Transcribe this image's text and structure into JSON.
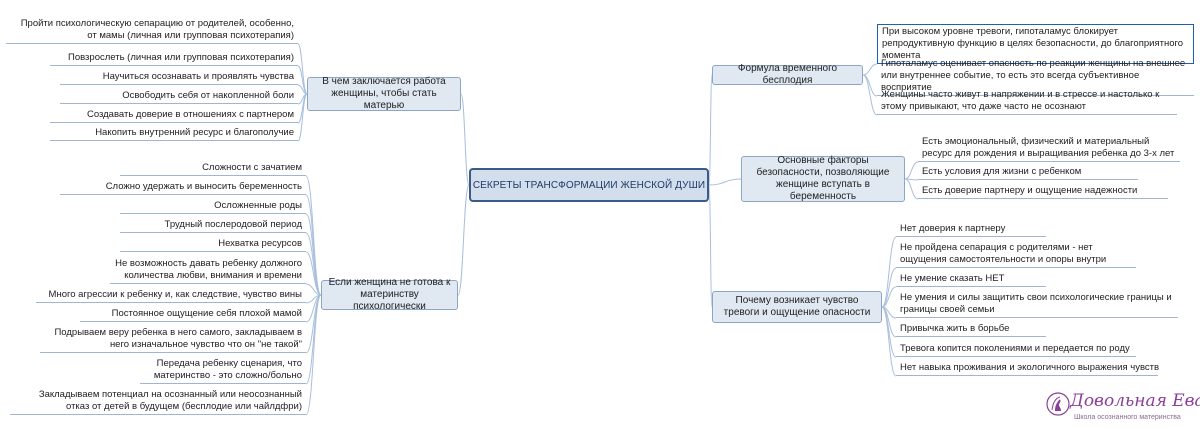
{
  "root": "СЕКРЕТЫ ТРАНСФОРМАЦИИ ЖЕНСКОЙ ДУШИ",
  "branches": {
    "work": {
      "label": "В чем заключается работа женщины, чтобы стать матерью",
      "items": [
        "Пройти психологическую сепарацию от родителей, особенно, от мамы (личная или групповая психотерапия)",
        "Повзрослеть (личная или групповая психотерапия)",
        "Научиться осознавать  и проявлять чувства",
        "Освободить себя от накопленной боли",
        "Создавать доверие в отношениях с партнером",
        "Накопить внутренний  ресурс и благополучие"
      ]
    },
    "notready": {
      "label": "Если женщина не готова к материнству психологически",
      "items": [
        "Сложности с зачатием",
        "Сложно удержать и выносить беременность",
        "Осложненные роды",
        "Трудный послеродовой период",
        "Нехватка ресурсов",
        "Не возможность давать ребенку должного количества любви, внимания и времени",
        "Много агрессии к ребенку и, как следствие, чувство вины",
        "Постоянное ощущение себя плохой мамой",
        "Подрываем веру ребенка в него самого, закладываем в него изначальное чувство что он \"не такой\"",
        "Передача ребенку сценария, что материнство - это сложно/больно",
        "Закладываем потенциал на осознанный или неосознанный отказ от детей в будущем (бесплодие или чайлдфри)"
      ]
    },
    "formula": {
      "label": "Формула временного бесплодия",
      "items": [
        "При высоком уровне тревоги, гипоталамус блокирует репродуктивную функцию в целях безопасности, до благоприятного момента",
        "Гипоталамус оценивает опасность по реакции женщины на внешнее или внутреннее событие, то есть это всегда субъективное восприятие",
        "Женщины часто живут в напряжении и в стрессе и настолько к этому привыкают, что даже часто не осознают"
      ]
    },
    "safety": {
      "label": "Основные  факторы безопасности, позволяющие женщине вступать в беременность",
      "items": [
        "Есть эмоциональный, физический и материальный ресурс для рождения и выращивания ребенка до 3-х лет",
        "Есть условия для жизни с ребенком",
        "Есть доверие партнеру и ощущение надежности"
      ]
    },
    "anxiety": {
      "label": "Почему возникает чувство тревоги и ощущение опасности",
      "items": [
        "Нет доверия к партнеру",
        "Не пройдена сепарация с родителями - нет ощущения самостоятельности и опоры внутри",
        "Не умение сказать НЕТ",
        "Не умения и силы  защитить свои психологические границы и границы своей семьи",
        "Привычка жить в борьбе",
        "Тревога копится поколениями и передается по роду",
        "Нет навыка проживания и экологичного выражения чувств"
      ]
    }
  },
  "logo": {
    "title": "Довольная Ева",
    "subtitle": "Школа осознанного материнства",
    "icon": "woman-silhouette-icon"
  },
  "colors": {
    "line": "#a9bfdc",
    "branch_fill": "#e0e8f2",
    "root_border": "#3d5a86",
    "logo": "#8a3f98"
  }
}
